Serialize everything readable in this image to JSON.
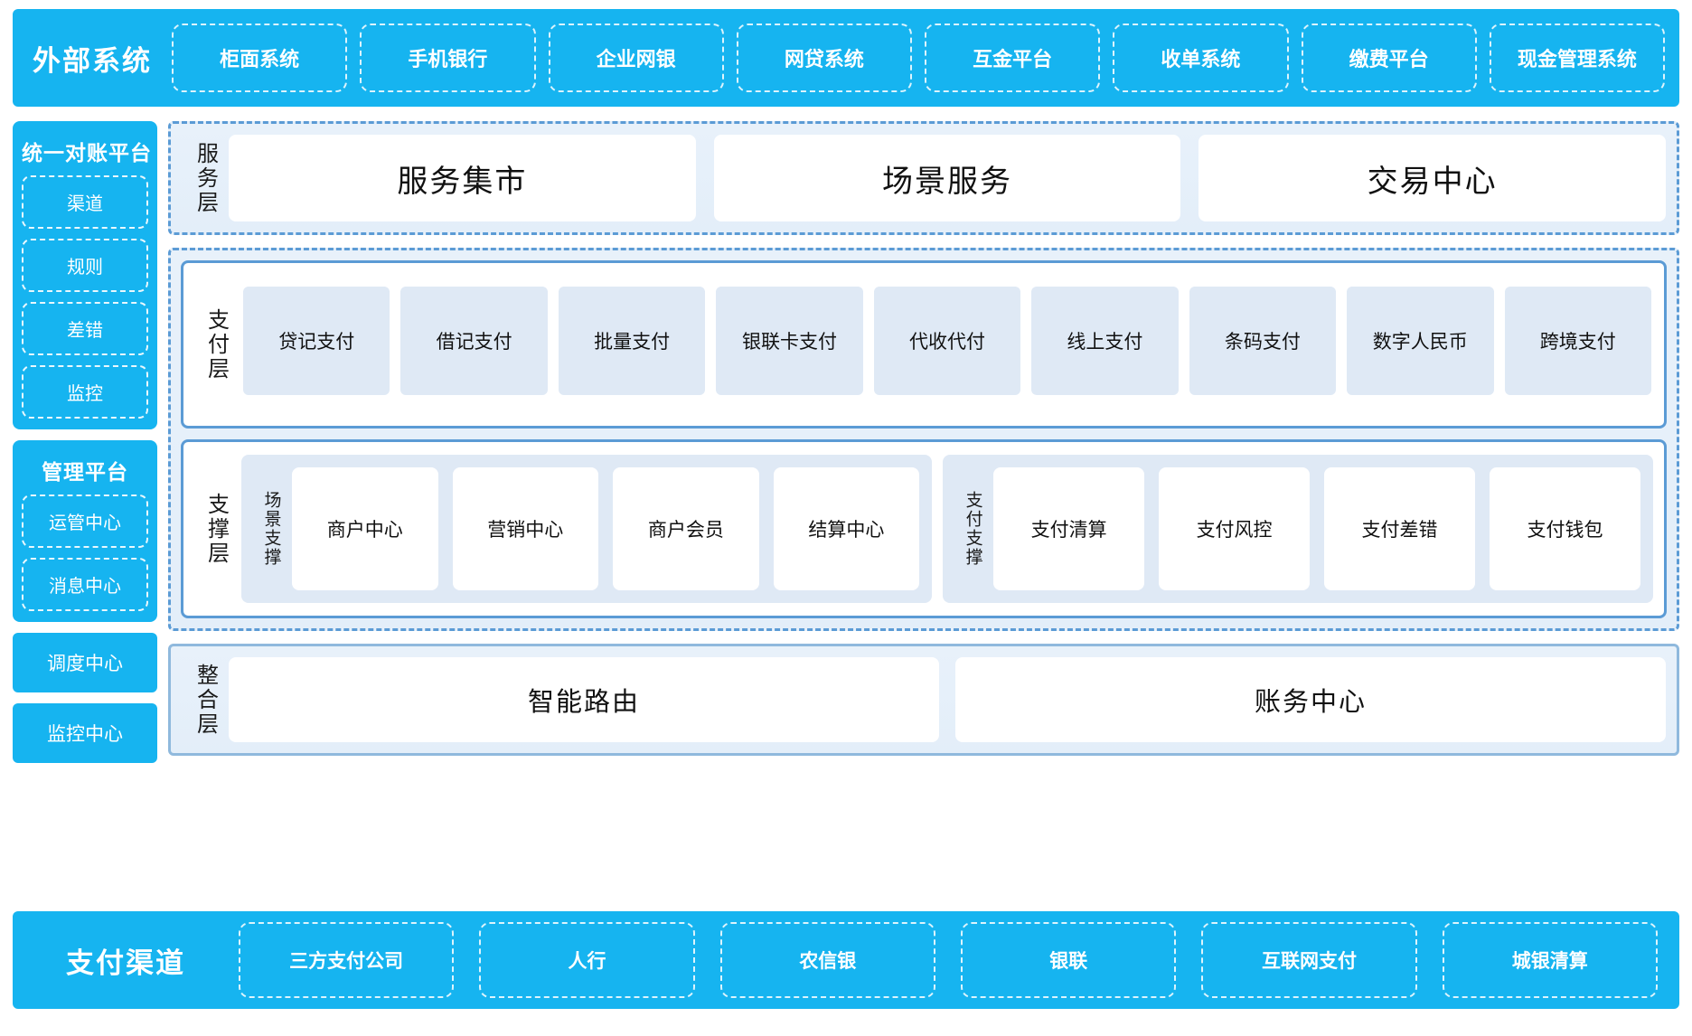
{
  "external_systems": {
    "title": "外部系统",
    "items": [
      "柜面系统",
      "手机银行",
      "企业网银",
      "网贷系统",
      "互金平台",
      "收单系统",
      "缴费平台",
      "现金管理系统"
    ]
  },
  "rail": {
    "recon_platform": {
      "title": "统一对账平台",
      "items": [
        "渠道",
        "规则",
        "差错",
        "监控"
      ]
    },
    "management_platform": {
      "title": "管理平台",
      "items": [
        "运管中心",
        "消息中心"
      ]
    },
    "standalone": [
      "调度中心",
      "监控中心"
    ]
  },
  "service_layer": {
    "label": "服务层",
    "cards": [
      "服务集市",
      "场景服务",
      "交易中心"
    ]
  },
  "payment_layer": {
    "label": "支付层",
    "tiles": [
      "贷记支付",
      "借记支付",
      "批量支付",
      "银联卡支付",
      "代收代付",
      "线上支付",
      "条码支付",
      "数字人民币",
      "跨境支付"
    ]
  },
  "support_layer": {
    "label": "支撑层",
    "groups": [
      {
        "label": "场景支撑",
        "tiles": [
          "商户中心",
          "营销中心",
          "商户会员",
          "结算中心"
        ]
      },
      {
        "label": "支付支撑",
        "tiles": [
          "支付清算",
          "支付风控",
          "支付差错",
          "支付钱包"
        ]
      }
    ]
  },
  "integration_layer": {
    "label": "整合层",
    "cards": [
      "智能路由",
      "账务中心"
    ]
  },
  "payment_channels": {
    "title": "支付渠道",
    "items": [
      "三方支付公司",
      "人行",
      "农信银",
      "银联",
      "互联网支付",
      "城银清算"
    ]
  },
  "colors": {
    "brand_blue": "#16b4f0",
    "band_border": "#5b9bd5",
    "band_bg": "#e8f1fa",
    "tile_bg": "#dfe9f5"
  }
}
